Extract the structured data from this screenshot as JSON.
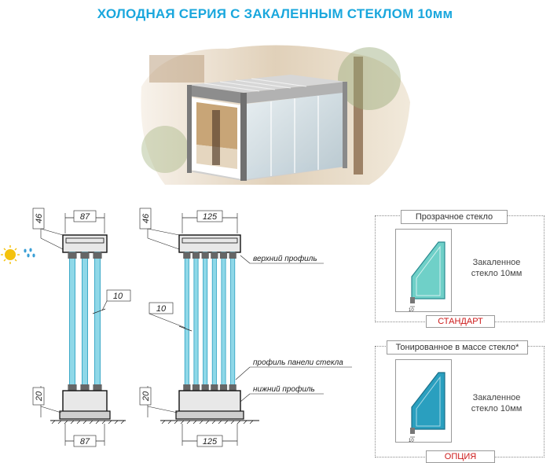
{
  "title": "ХОЛОДНАЯ СЕРИЯ С ЗАКАЛЕННЫМ СТЕКЛОМ 10мм",
  "drawing": {
    "left": {
      "top_width": "87",
      "bottom_width": "87",
      "top_height": "46",
      "bottom_height": "20",
      "glass_thickness": "10",
      "panels": 3
    },
    "right": {
      "top_width": "125",
      "bottom_width": "125",
      "top_height": "46",
      "bottom_height": "20",
      "glass_thickness": "10",
      "panels": 6
    },
    "labels": {
      "top_profile": "верхний профиль",
      "glass_panel_profile": "профиль панели стекла",
      "bottom_profile": "нижний профиль"
    },
    "glass_color": "#8fd8e8",
    "glass_edge_color": "#2b9fc0"
  },
  "options": [
    {
      "title": "Прозрачное стекло",
      "desc_line1": "Закаленное",
      "desc_line2": "стекло 10мм",
      "badge": "СТАНДАРТ",
      "dim": "10",
      "glass_color": "#6fd0c8"
    },
    {
      "title": "Тонированное в массе стекло*",
      "desc_line1": "Закаленное",
      "desc_line2": "стекло 10мм",
      "badge": "ОПЦИЯ",
      "dim": "10",
      "glass_color": "#2a9fbf"
    }
  ],
  "colors": {
    "accent": "#1aa7dd",
    "badge_red": "#cc1a1a"
  }
}
